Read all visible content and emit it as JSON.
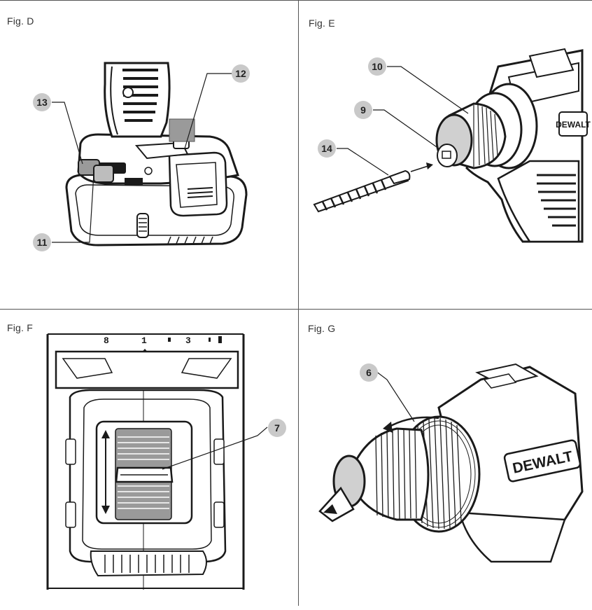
{
  "figures": [
    {
      "id": "D",
      "label": "Fig. D",
      "callouts": [
        "13",
        "12",
        "11"
      ]
    },
    {
      "id": "E",
      "label": "Fig. E",
      "callouts": [
        "10",
        "9",
        "14"
      ]
    },
    {
      "id": "F",
      "label": "Fig. F",
      "callouts": [
        "7"
      ]
    },
    {
      "id": "G",
      "label": "Fig. G",
      "callouts": [
        "6"
      ]
    }
  ],
  "brand": {
    "logo_text": "DEWALT"
  },
  "colors": {
    "ink": "#1a1a1a",
    "callout_fill": "#c9c9c9",
    "line": "#555555",
    "shade": "#9a9a9a"
  }
}
